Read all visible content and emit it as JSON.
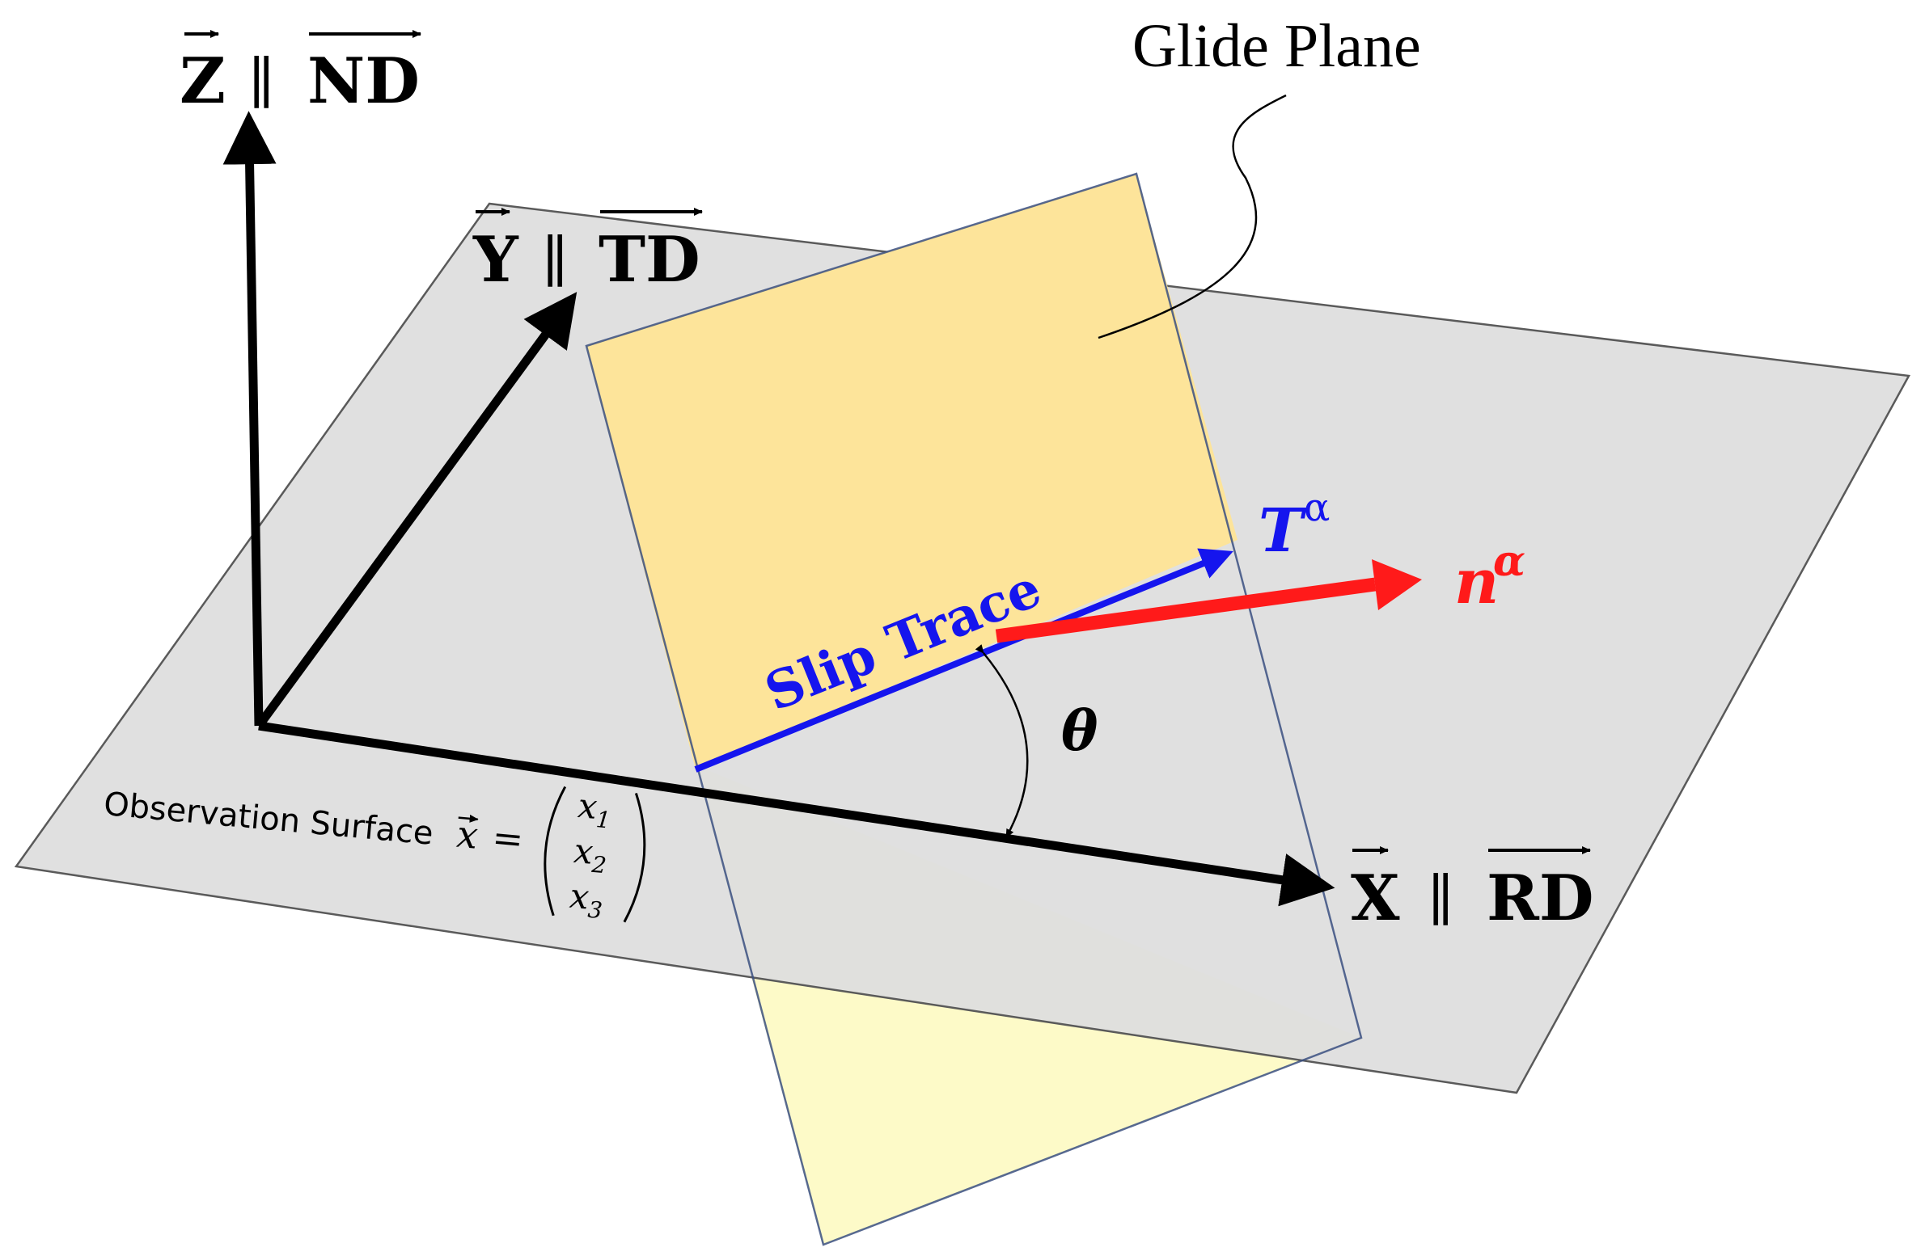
{
  "axes": {
    "z": {
      "symbol": "Z",
      "sep": "∥",
      "name": "ND"
    },
    "y": {
      "symbol": "Y",
      "sep": "∥",
      "name": "TD"
    },
    "x": {
      "symbol": "X",
      "sep": "∥",
      "name": "RD"
    }
  },
  "labels": {
    "glide_plane": "Glide Plane",
    "slip_trace": "Slip Trace",
    "trace_vector": {
      "base": "T",
      "sup": "α"
    },
    "normal_vector": {
      "base": "n",
      "sup": "α"
    },
    "angle": "θ",
    "observation_surface": "Observation Surface",
    "position_vector": "x",
    "equals": "=",
    "components": [
      "x1",
      "x2",
      "x3"
    ],
    "component_base": "x",
    "component_subs": [
      "1",
      "2",
      "3"
    ]
  },
  "colors": {
    "observation_plane": "#dcdcdc",
    "glide_plane_upper": "#fde49a",
    "glide_plane_lower": "#fdfac8",
    "plane_edge": "#3a4f80",
    "axis": "#000000",
    "slip_trace": "#1515ee",
    "normal": "#ff1a1a"
  }
}
